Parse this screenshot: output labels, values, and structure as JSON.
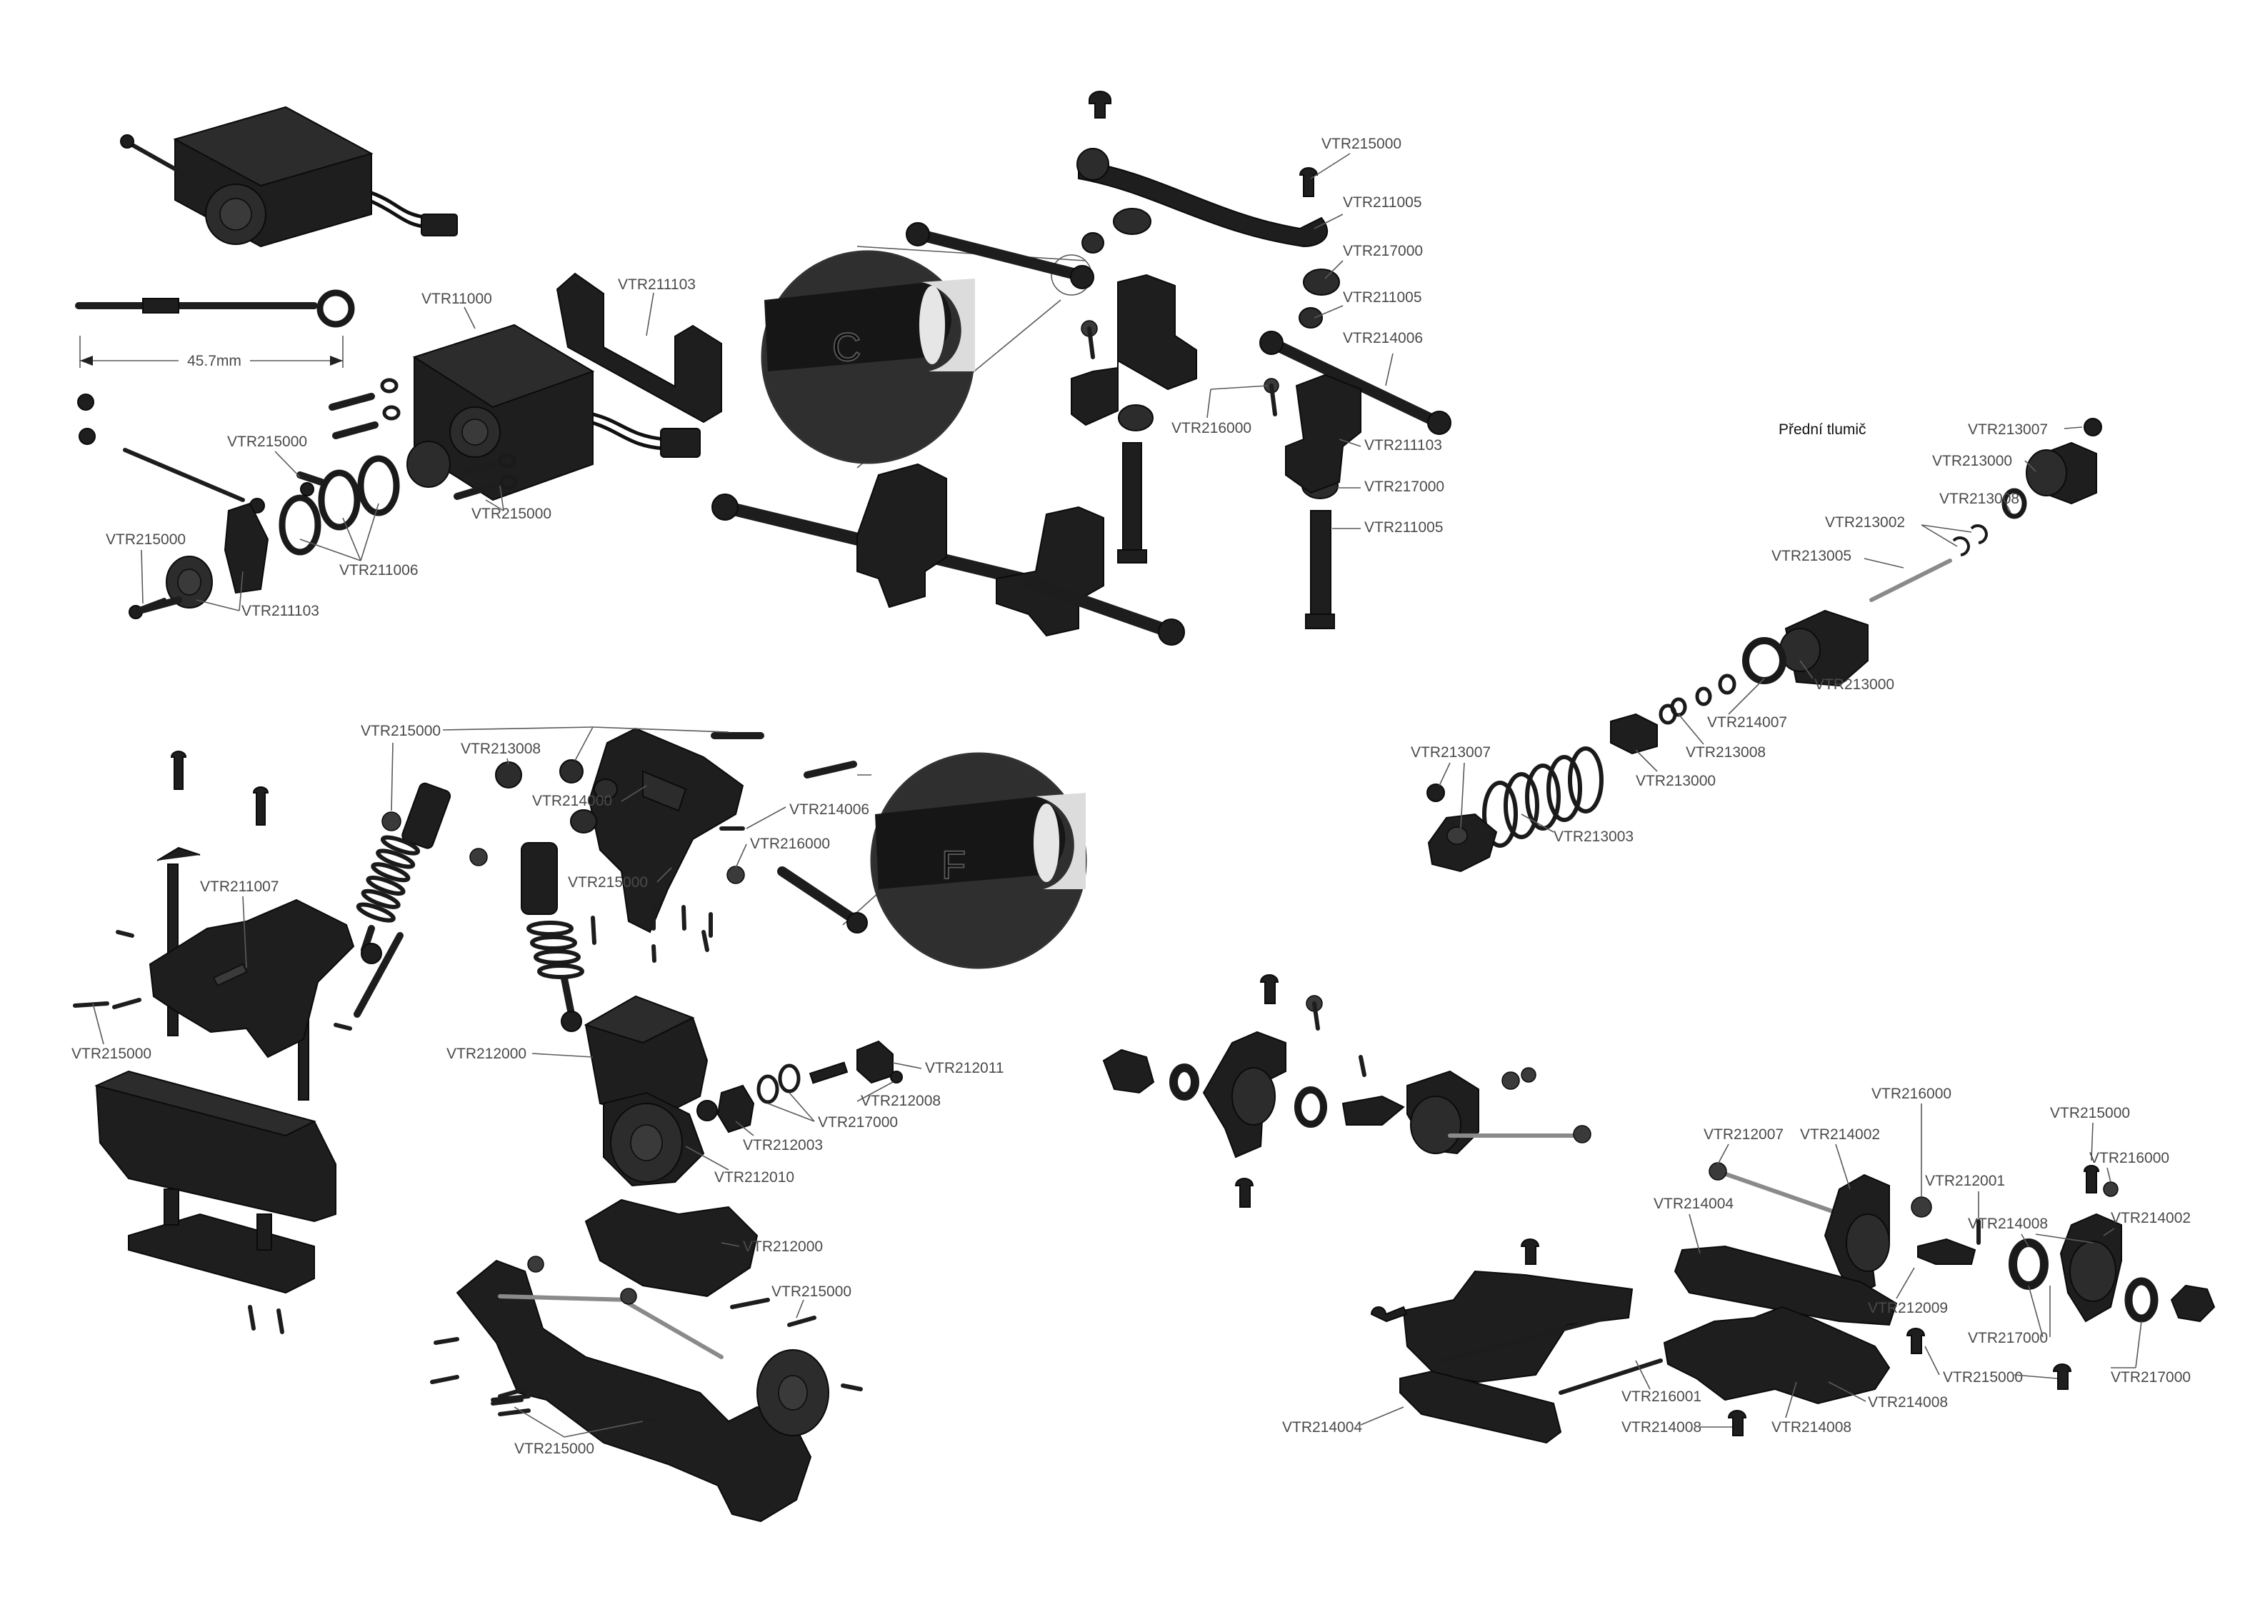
{
  "diagram": {
    "section_label": "Přední tlumič",
    "dimension_label": "45.7mm",
    "magnifier_letters": [
      "C",
      "F"
    ],
    "labels": [
      "VTR215000",
      "VTR211005",
      "VTR217000",
      "VTR211005",
      "VTR214006",
      "VTR216000",
      "VTR211103",
      "VTR217000",
      "VTR211005",
      "VTR211103",
      "VTR11000",
      "VTR215000",
      "VTR215000",
      "VTR211006",
      "VTR215000",
      "VTR211103",
      "VTR213007",
      "VTR213000",
      "VTR213008",
      "VTR213002",
      "VTR213005",
      "VTR213000",
      "VTR214007",
      "VTR213008",
      "VTR213000",
      "VTR213007",
      "VTR213003",
      "VTR215000",
      "VTR213008",
      "VTR214000",
      "VTR214006",
      "VTR216000",
      "VTR215000",
      "VTR211007",
      "VTR215000",
      "VTR212000",
      "VTR212011",
      "VTR212008",
      "VTR217000",
      "VTR212003",
      "VTR212010",
      "VTR212000",
      "VTR215000",
      "VTR215000",
      "VTR216000",
      "VTR215000",
      "VTR212007",
      "VTR214002",
      "VTR216000",
      "VTR212001",
      "VTR214004",
      "VTR214008",
      "VTR214002",
      "VTR212009",
      "VTR217000",
      "VTR215000",
      "VTR217000",
      "VTR216001",
      "VTR214008",
      "VTR214004",
      "VTR214008",
      "VTR214008"
    ]
  }
}
